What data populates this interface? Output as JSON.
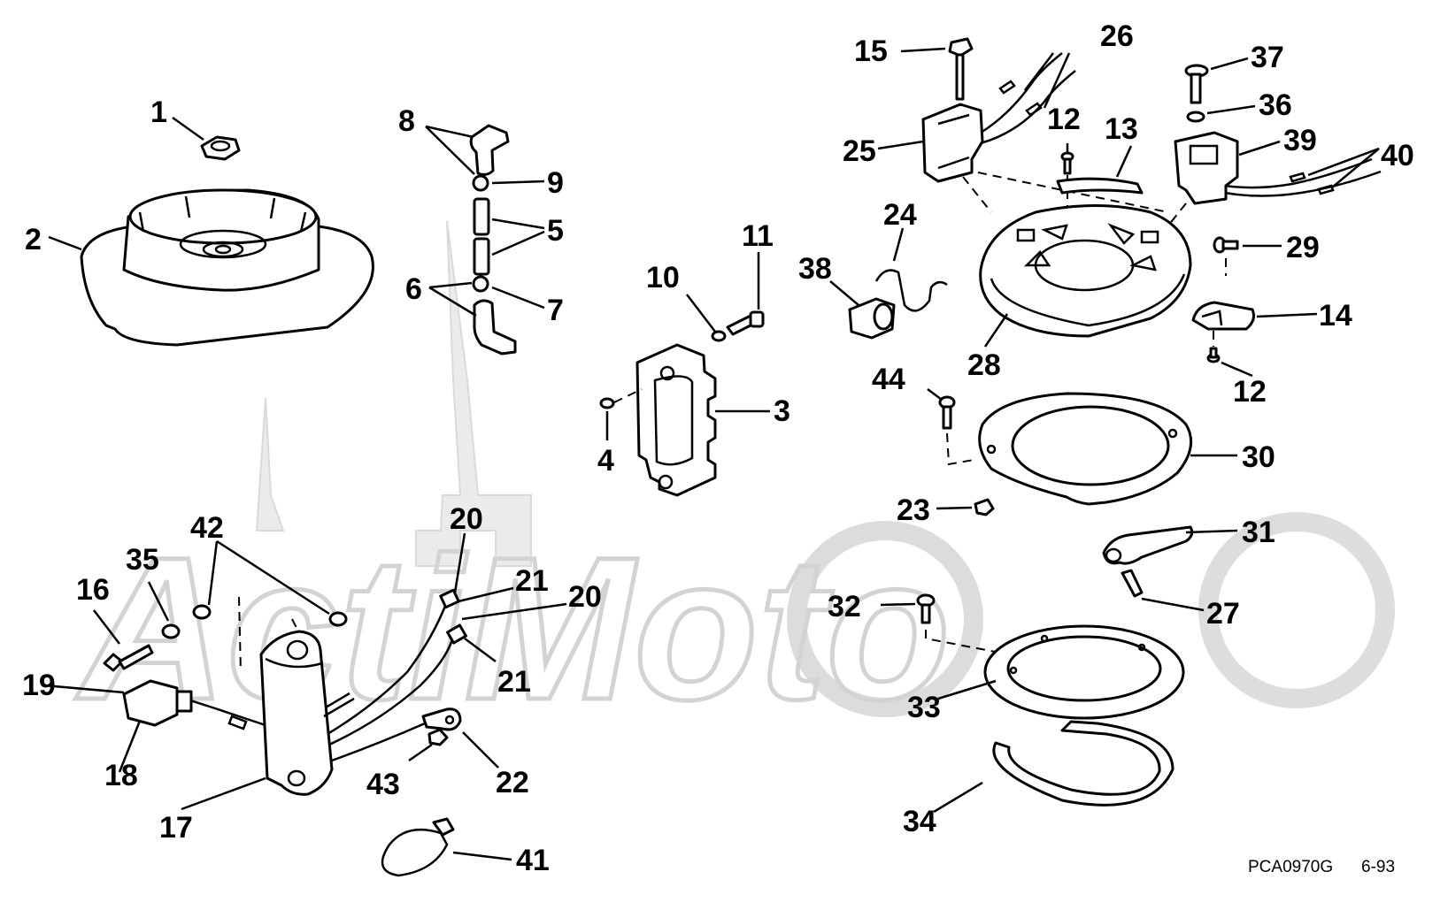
{
  "figure": {
    "drawing_code": "PCA0970G",
    "revision_date": "6-93",
    "watermark_text": "ActiMoto"
  },
  "callouts": [
    {
      "id": "c1",
      "label": "1"
    },
    {
      "id": "c2",
      "label": "2"
    },
    {
      "id": "c3",
      "label": "3"
    },
    {
      "id": "c4",
      "label": "4"
    },
    {
      "id": "c5",
      "label": "5"
    },
    {
      "id": "c6",
      "label": "6"
    },
    {
      "id": "c7",
      "label": "7"
    },
    {
      "id": "c8",
      "label": "8"
    },
    {
      "id": "c9",
      "label": "9"
    },
    {
      "id": "c10",
      "label": "10"
    },
    {
      "id": "c11",
      "label": "11"
    },
    {
      "id": "c12a",
      "label": "12"
    },
    {
      "id": "c12b",
      "label": "12"
    },
    {
      "id": "c13",
      "label": "13"
    },
    {
      "id": "c14",
      "label": "14"
    },
    {
      "id": "c15",
      "label": "15"
    },
    {
      "id": "c16",
      "label": "16"
    },
    {
      "id": "c17",
      "label": "17"
    },
    {
      "id": "c18",
      "label": "18"
    },
    {
      "id": "c19",
      "label": "19"
    },
    {
      "id": "c20a",
      "label": "20"
    },
    {
      "id": "c20b",
      "label": "20"
    },
    {
      "id": "c21a",
      "label": "21"
    },
    {
      "id": "c21b",
      "label": "21"
    },
    {
      "id": "c22",
      "label": "22"
    },
    {
      "id": "c23",
      "label": "23"
    },
    {
      "id": "c24",
      "label": "24"
    },
    {
      "id": "c25",
      "label": "25"
    },
    {
      "id": "c26",
      "label": "26"
    },
    {
      "id": "c27",
      "label": "27"
    },
    {
      "id": "c28",
      "label": "28"
    },
    {
      "id": "c29",
      "label": "29"
    },
    {
      "id": "c30",
      "label": "30"
    },
    {
      "id": "c31",
      "label": "31"
    },
    {
      "id": "c32",
      "label": "32"
    },
    {
      "id": "c33",
      "label": "33"
    },
    {
      "id": "c34",
      "label": "34"
    },
    {
      "id": "c35",
      "label": "35"
    },
    {
      "id": "c36",
      "label": "36"
    },
    {
      "id": "c37",
      "label": "37"
    },
    {
      "id": "c38",
      "label": "38"
    },
    {
      "id": "c39",
      "label": "39"
    },
    {
      "id": "c40",
      "label": "40"
    },
    {
      "id": "c41",
      "label": "41"
    },
    {
      "id": "c42",
      "label": "42"
    },
    {
      "id": "c43",
      "label": "43"
    },
    {
      "id": "c44",
      "label": "44"
    }
  ]
}
